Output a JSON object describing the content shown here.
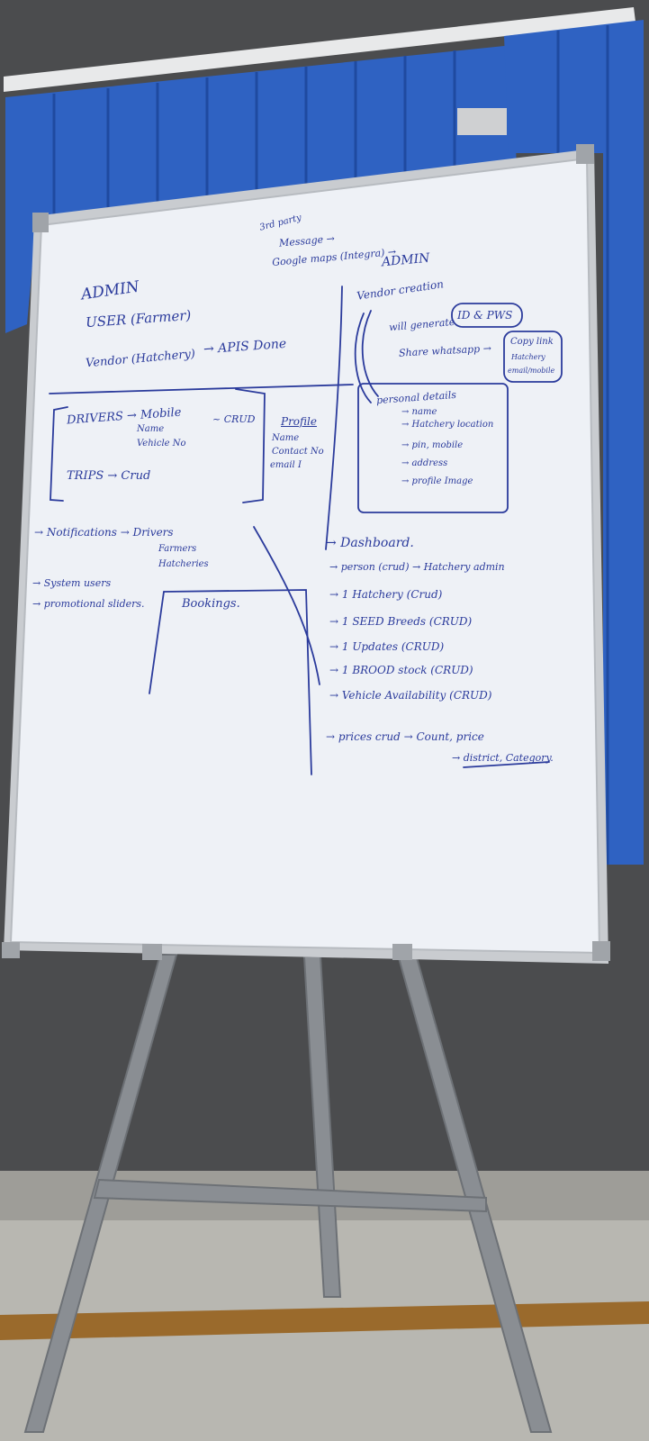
{
  "palette": {
    "wall": "#4b4c4e",
    "blinds": "#2f62c2",
    "board": "#eef1f6",
    "frame": "#c9ccd0",
    "marker": "#2b3b9c",
    "easel": "#8a8e93",
    "floor": "#b9b8b2"
  },
  "board_text": {
    "left": {
      "third_party": "3rd party",
      "message": "Message →",
      "google_maps": "Google maps (Integra) →",
      "admin": "ADMIN",
      "user": "USER (Farmer)",
      "vendor": "Vendor (Hatchery)",
      "apis_done": "→ APIS Done",
      "drivers": "DRIVERS → Mobile",
      "drivers_name": "Name",
      "drivers_vehicle": "Vehicle No",
      "crud": "~ CRUD",
      "profile": "Profile",
      "profile_name": "Name",
      "profile_contact": "Contact No",
      "profile_email": "email I",
      "trips": "TRIPS → Crud",
      "notifications": "→ Notifications → Drivers",
      "notifications_farmers": "Farmers",
      "notifications_hatcheries": "Hatcheries",
      "system_users": "→ System users",
      "promotional_sliders": "→ promotional sliders.",
      "bookings": "Bookings."
    },
    "right": {
      "admin": "ADMIN",
      "vendor_creation": "Vendor creation",
      "will_generate": "will generate",
      "ids_pws": "ID & PWS",
      "share_whatsapp": "Share whatsapp →",
      "copy_link": "Copy link",
      "hatchery": "Hatchery",
      "email_mobile": "email/mobile",
      "personal_details": "personal details",
      "pd_name": "→ name",
      "pd_location": "→ Hatchery location",
      "pd_pin_mobile": "→ pin, mobile",
      "pd_address": "→ address",
      "pd_profile_image": "→ profile Image",
      "dashboard": "→ Dashboard.",
      "person": "→ person (crud) → Hatchery admin",
      "hatchery_crud": "→ 1 Hatchery (Crud)",
      "seed_breeds": "→ 1 SEED Breeds (CRUD)",
      "updates": "→ 1 Updates (CRUD)",
      "brood_stock": "→ 1 BROOD stock (CRUD)",
      "vehicle_availability": "→ Vehicle Availability (CRUD)",
      "prices_crud": "→ prices crud → Count, price",
      "district_category": "→ district, Category."
    }
  }
}
